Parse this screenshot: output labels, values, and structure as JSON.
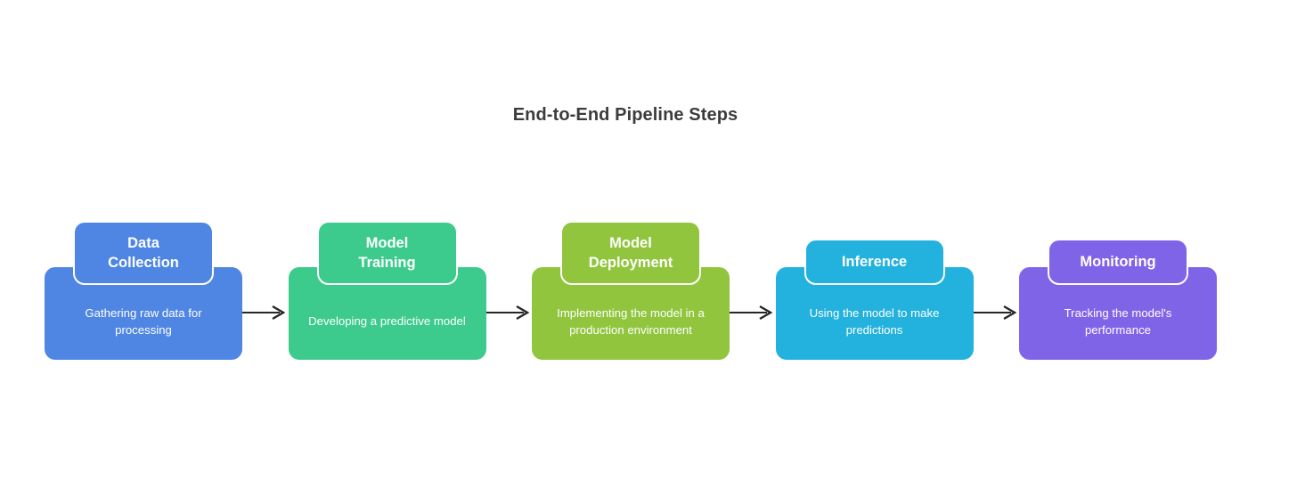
{
  "diagram": {
    "title": "End-to-End Pipeline Steps",
    "type": "horizontal-flow",
    "background": "#ffffff",
    "title_color": "#3c3c3c",
    "arrow_color": "#262626",
    "connector_icon": "arrow-right-icon",
    "steps": [
      {
        "index": 1,
        "title": "Data\nCollection",
        "description": "Gathering raw data for processing",
        "color": "#4f86e3",
        "header_lines": 2
      },
      {
        "index": 2,
        "title": "Model\nTraining",
        "description": "Developing a predictive model",
        "color": "#3ccb8c",
        "header_lines": 2
      },
      {
        "index": 3,
        "title": "Model\nDeployment",
        "description": "Implementing the model in a production environment",
        "color": "#91c53e",
        "header_lines": 2
      },
      {
        "index": 4,
        "title": "Inference",
        "description": "Using the model to make predictions",
        "color": "#23b2dd",
        "header_lines": 1
      },
      {
        "index": 5,
        "title": "Monitoring",
        "description": "Tracking the model's performance",
        "color": "#8064e8",
        "header_lines": 1
      }
    ]
  }
}
